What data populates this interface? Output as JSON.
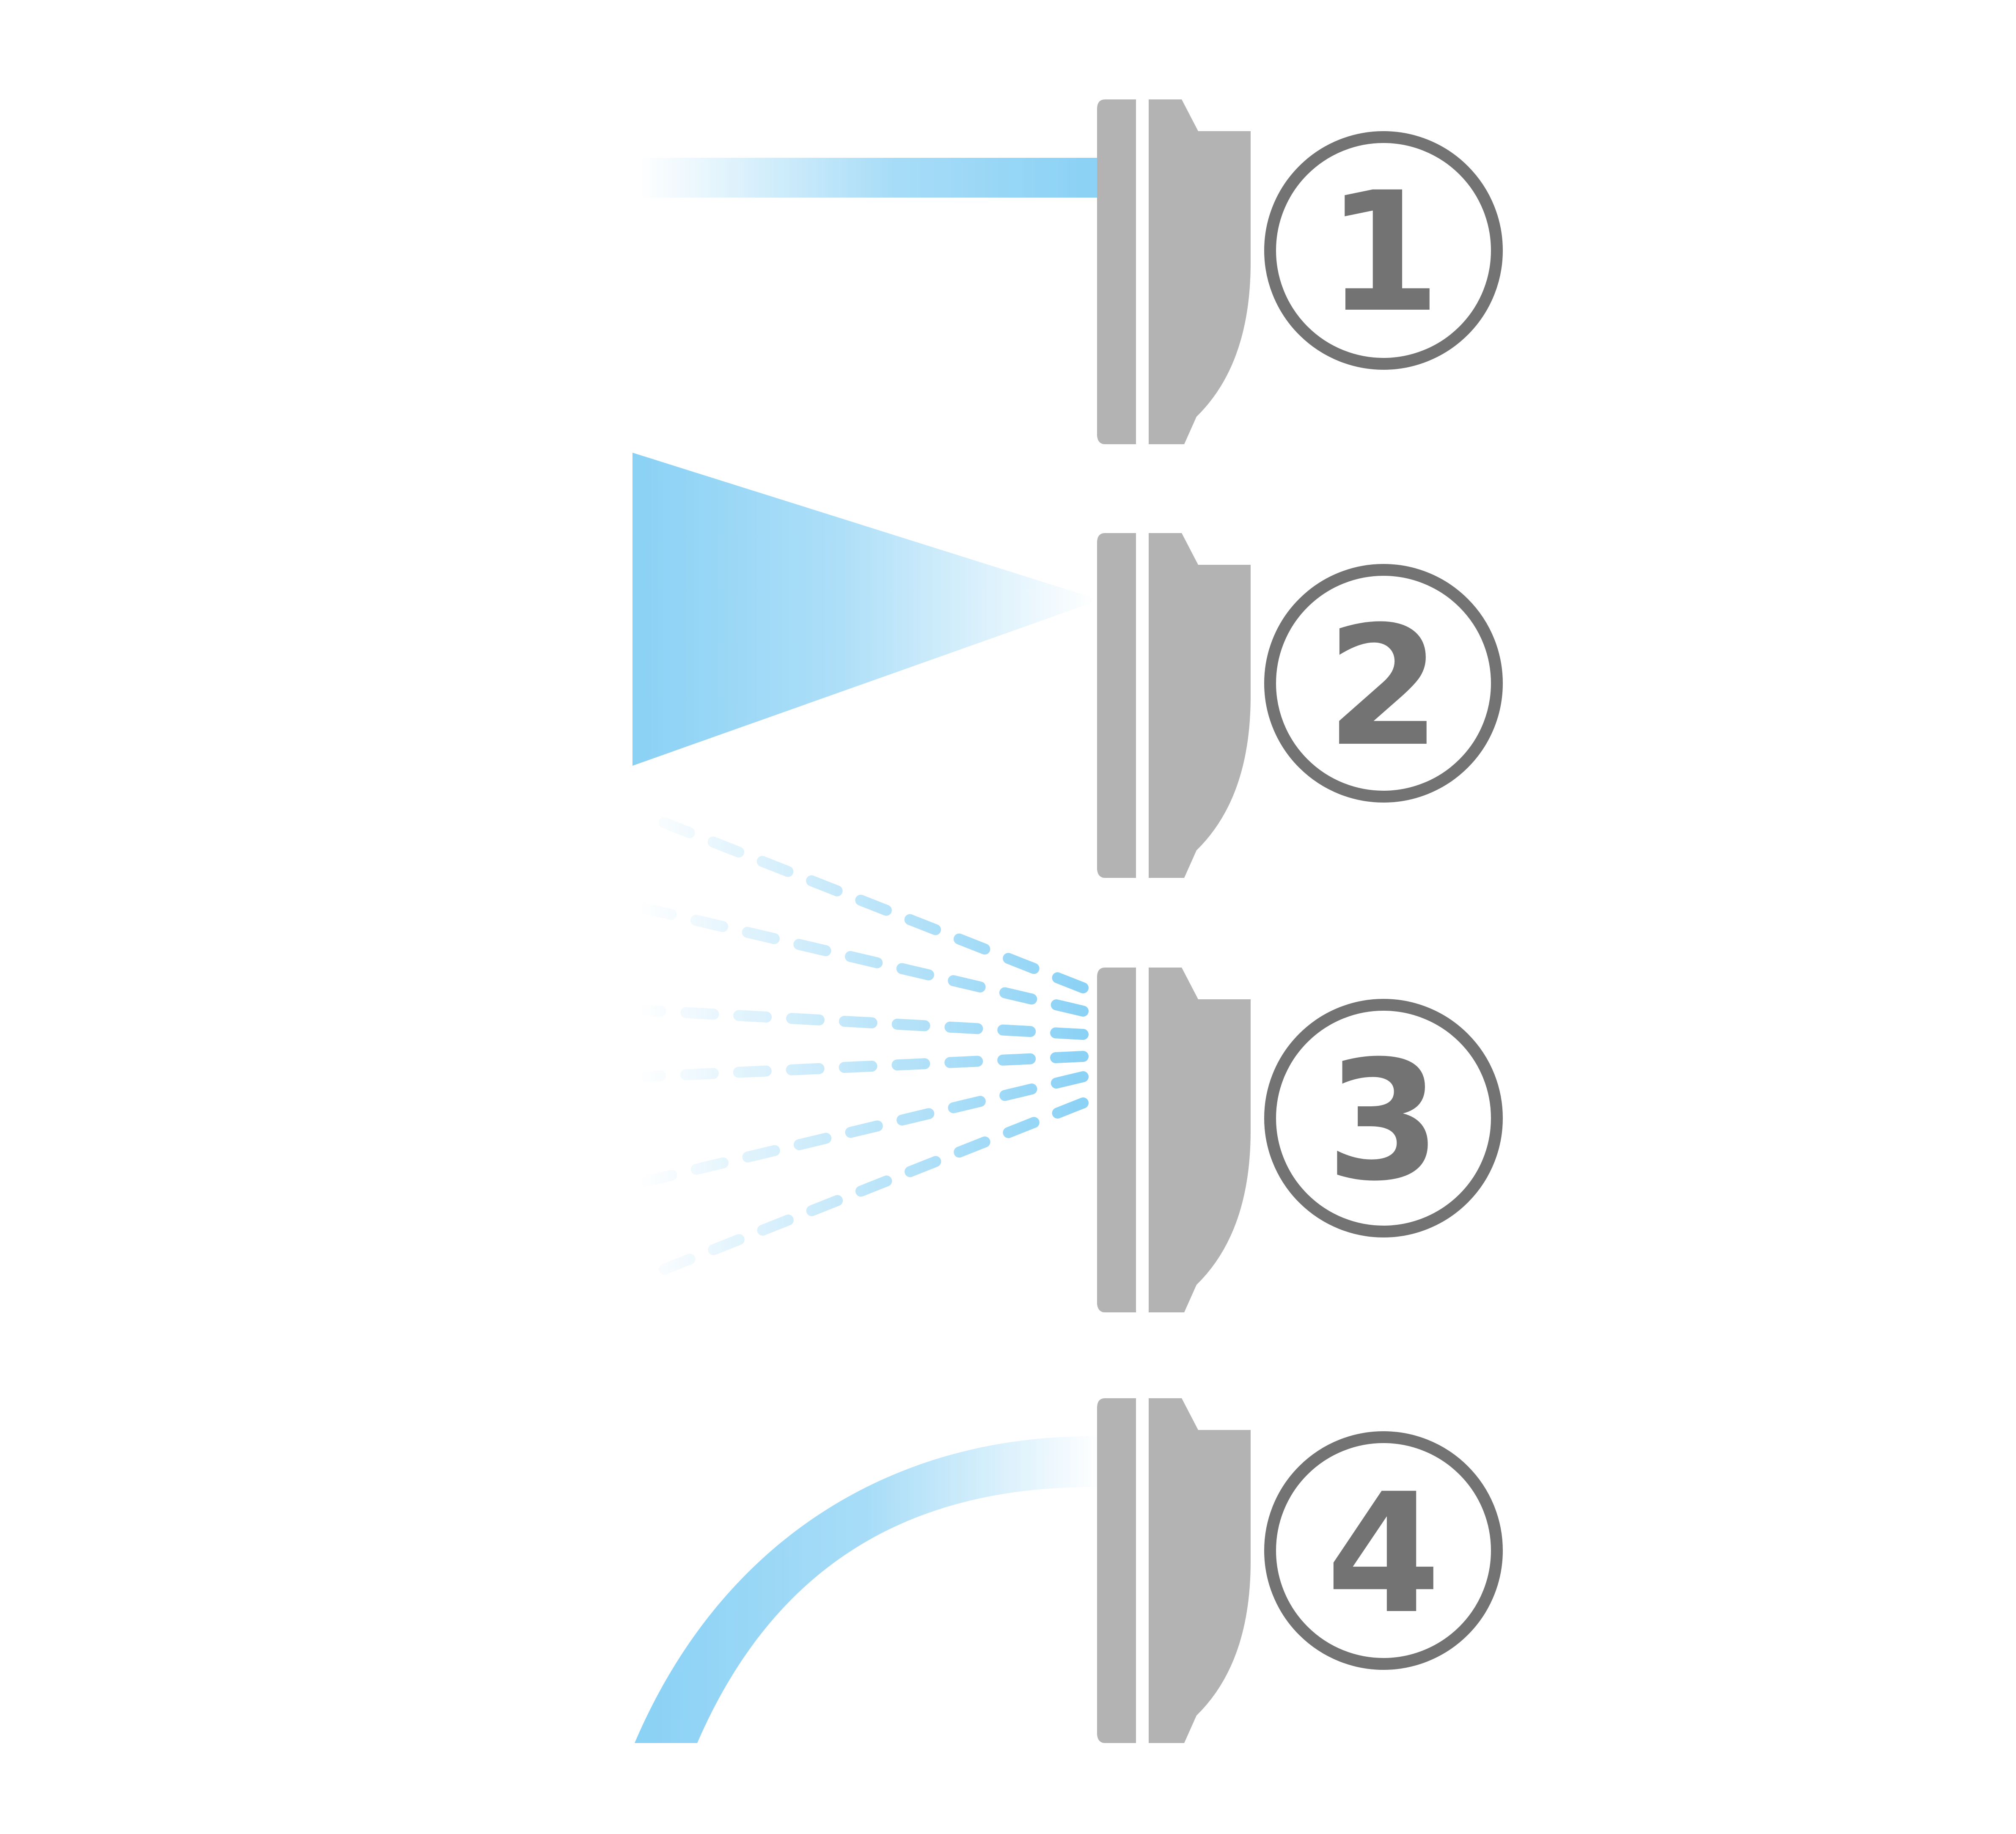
{
  "colors": {
    "background": "#ffffff",
    "nozzle": "#b3b3b3",
    "badge_stroke": "#737373",
    "badge_text": "#737373",
    "spray": "#8ad1f5"
  },
  "patterns": [
    {
      "number": "1",
      "pattern": "solid-stream"
    },
    {
      "number": "2",
      "pattern": "full-cone"
    },
    {
      "number": "3",
      "pattern": "flat-fan-dashed"
    },
    {
      "number": "4",
      "pattern": "curved-stream"
    }
  ]
}
